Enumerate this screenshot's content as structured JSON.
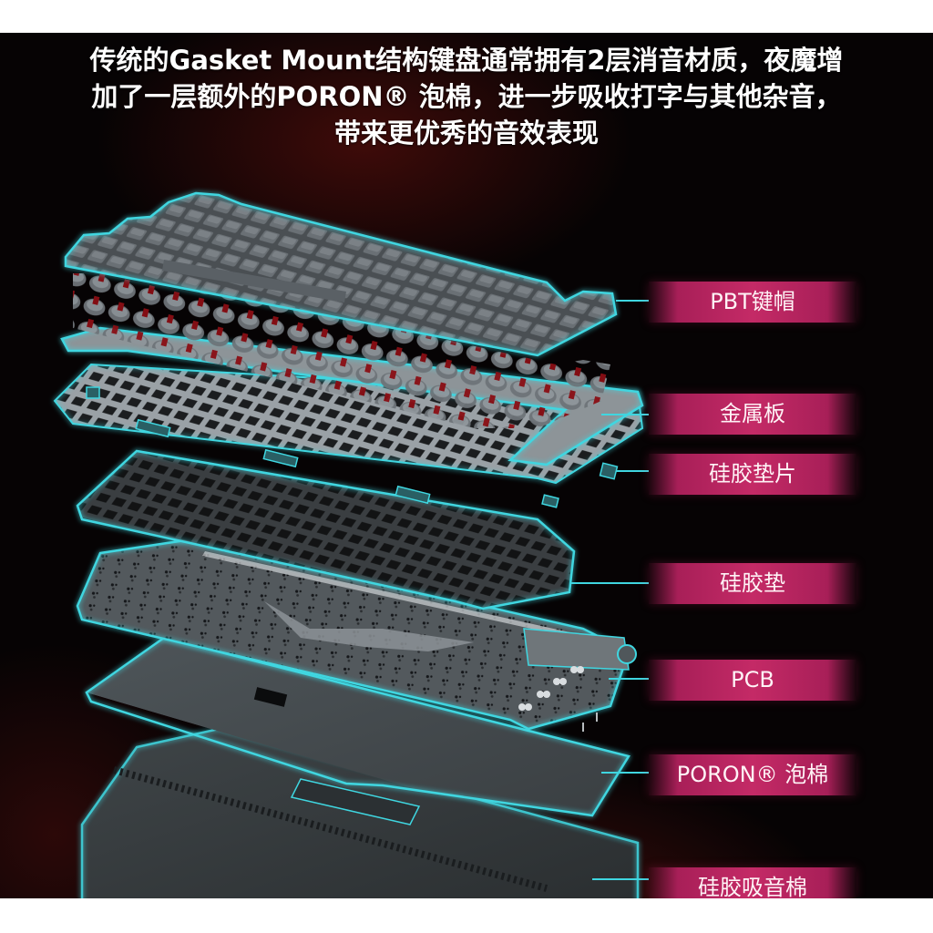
{
  "headline": {
    "lines": [
      "传统的Gasket Mount结构键盘通常拥有2层消音材质，夜魔增",
      "加了一层额外的PORON® 泡棉，进一步吸收打字与其他杂音，",
      "带来更优秀的音效表现"
    ]
  },
  "layers": [
    {
      "name": "keycaps",
      "label": "PBT键帽"
    },
    {
      "name": "plate",
      "label": "金属板"
    },
    {
      "name": "gasket",
      "label": "硅胶垫片"
    },
    {
      "name": "silicone-pad",
      "label": "硅胶垫"
    },
    {
      "name": "pcb",
      "label": "PCB"
    },
    {
      "name": "poron-foam",
      "label": "PORON® 泡棉"
    },
    {
      "name": "silicone-foam",
      "label": "硅胶吸音棉"
    }
  ],
  "colors": {
    "accent_outline": "#3fd6e0",
    "label_bg": "#c42a66",
    "background": "#060304",
    "switch_stem": "#8a0e14"
  }
}
